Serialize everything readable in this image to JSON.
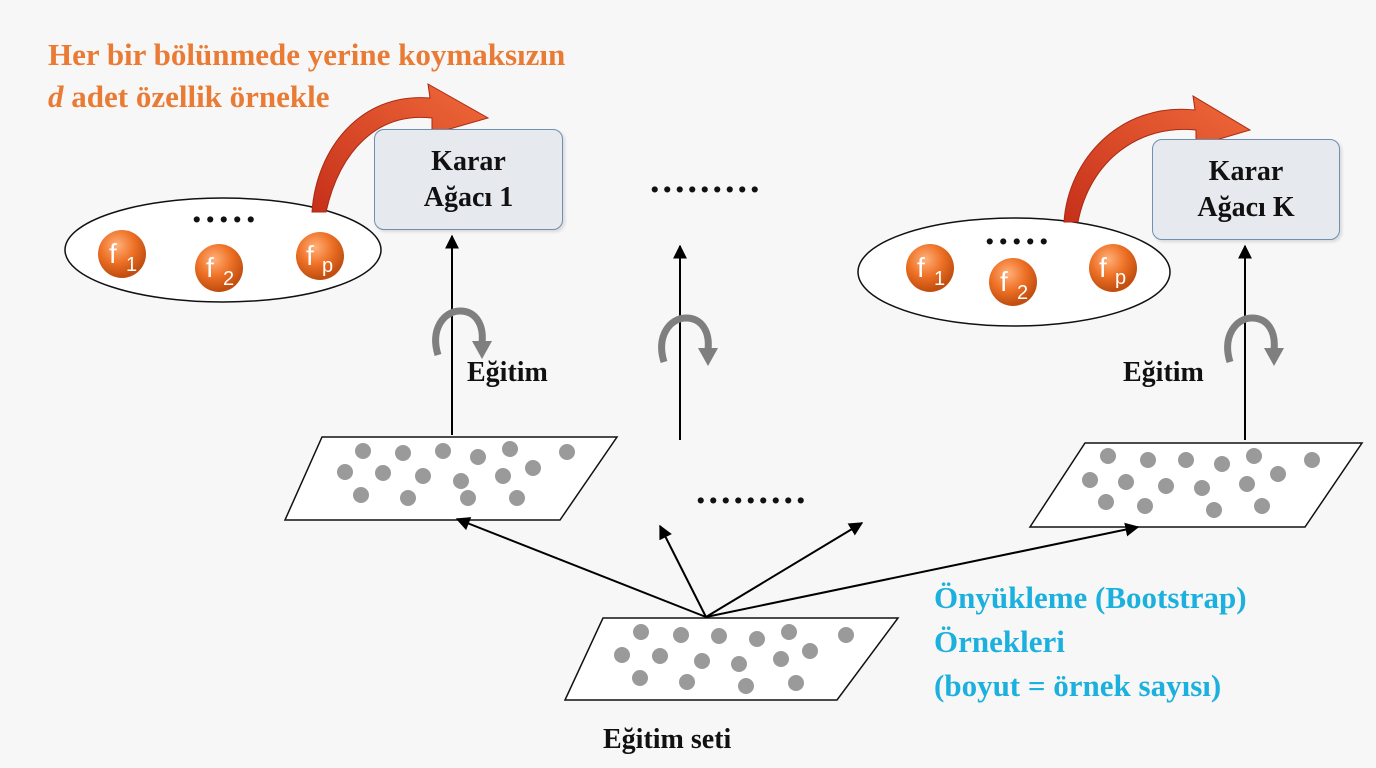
{
  "annotation_top": {
    "line1": "Her bir bölünmede yerine koymaksızın",
    "line2_var": "d",
    "line2_rest": " adet özellik örnekle",
    "color": "#e97b35"
  },
  "trees": {
    "first": {
      "line1": "Karar",
      "line2": "Ağacı 1"
    },
    "last": {
      "line1": "Karar",
      "line2": "Ağacı K"
    },
    "middle_dots": "........."
  },
  "features": {
    "f1_base": "f",
    "f1_sub": "1",
    "f2_base": "f",
    "f2_sub": "2",
    "fp_base": "f",
    "fp_sub": "p",
    "dots": "....."
  },
  "training_label": "Eğitim",
  "middle_dots_bootstrap": ".........",
  "bootstrap_annotation": {
    "line1": "Önyükleme (Bootstrap)",
    "line2": "Örnekleri",
    "line3": "(boyut = örnek sayısı)",
    "color": "#1cb0de"
  },
  "training_set_label": "Eğitim seti",
  "colors": {
    "feature_ball": "#e86a1e",
    "sample_dot": "#9a9a9a",
    "tree_box_fill": "#e6e9ee",
    "tree_box_border": "#6f8fb3",
    "curved_arrow": "#e0411f"
  },
  "icons": [
    "refresh-icon",
    "curved-arrow-icon"
  ]
}
